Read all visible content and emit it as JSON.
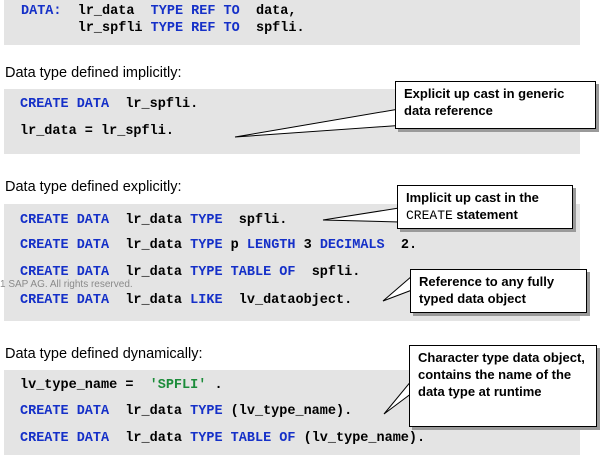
{
  "decl": {
    "l1": {
      "kw": "DATA:",
      "v1": "lr_data",
      "kw2": "TYPE REF TO",
      "v2": "data,"
    },
    "l2": {
      "v1": "lr_spfli",
      "kw2": "TYPE REF TO",
      "v2": "spfli."
    }
  },
  "sections": {
    "implicit": {
      "heading": "Data type defined implicitly:",
      "l1": {
        "kw": "CREATE DATA",
        "v": "lr_spfli."
      },
      "l2": {
        "text": "lr_data = lr_spfli."
      },
      "callout": "Explicit up cast in generic data reference"
    },
    "explicit": {
      "heading": "Data type defined explicitly:",
      "l1": {
        "kw": "CREATE DATA",
        "v": "lr_data",
        "kw2": "TYPE",
        "v2": "spfli."
      },
      "l2": {
        "kw": "CREATE DATA",
        "v": "lr_data",
        "kw2": "TYPE",
        "v2": "p",
        "kw3": "LENGTH",
        "v3": "3",
        "kw4": "DECIMALS",
        "v4": "2."
      },
      "l3": {
        "kw": "CREATE DATA",
        "v": "lr_data",
        "kw2": "TYPE TABLE OF",
        "v2": "spfli."
      },
      "l4": {
        "kw": "CREATE DATA",
        "v": "lr_data",
        "kw2": "LIKE",
        "v2": "lv_dataobject."
      },
      "callout1": {
        "a": "Implicit up cast in the",
        "b": "CREATE",
        "c": " statement"
      },
      "callout2": "Reference to any fully typed data object"
    },
    "dynamic": {
      "heading": "Data type defined dynamically:",
      "l1": {
        "v": "lv_type_name =",
        "str": "'SPFLI'",
        "end": "."
      },
      "l2": {
        "kw": "CREATE DATA",
        "v": "lr_data",
        "kw2": "TYPE",
        "v2": "(lv_type_name)."
      },
      "l3": {
        "kw": "CREATE DATA",
        "v": "lr_data",
        "kw2": "TYPE TABLE OF",
        "v2": "(lv_type_name)."
      },
      "callout": "Character type data object, contains the name of the data type at runtime"
    }
  },
  "watermark": "1 SAP AG. All rights reserved.",
  "colors": {
    "keyword": "#1530c8",
    "string": "#1c8c3a",
    "code_bg": "#e4e4e4"
  }
}
